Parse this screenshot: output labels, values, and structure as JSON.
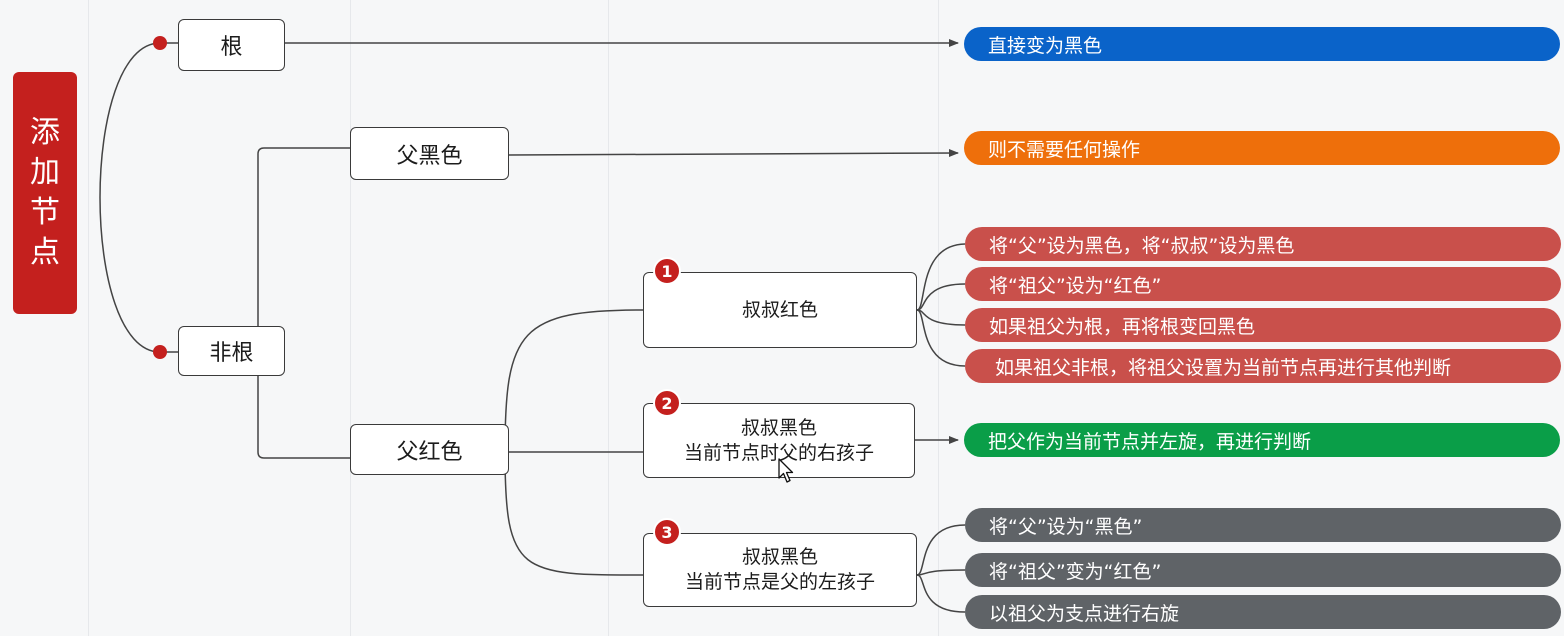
{
  "root": {
    "label": [
      "添",
      "加",
      "节",
      "点"
    ]
  },
  "nodes": {
    "gen": "根",
    "feigen": "非根",
    "fuhei": "父黑色",
    "fuhong": "父红色",
    "case1": "叔叔红色",
    "case2": [
      "叔叔黑色",
      "当前节点时父的右孩子"
    ],
    "case3": [
      "叔叔黑色",
      "当前节点是父的左孩子"
    ]
  },
  "badges": [
    "1",
    "2",
    "3"
  ],
  "actions": {
    "gen": "直接变为黑色",
    "fuhei": "则不需要任何操作",
    "case1": [
      "将“父”设为黑色，将“叔叔”设为黑色",
      "将“祖父”设为“红色”",
      "如果祖父为根，再将根变回黑色",
      "如果祖父非根，将祖父设置为当前节点再进行其他判断"
    ],
    "case2": "把父作为当前节点并左旋，再进行判断",
    "case3": [
      "将“父”设为“黑色”",
      "将“祖父”变为“红色”",
      "以祖父为支点进行右旋"
    ]
  },
  "colors": {
    "root": "#c4201e",
    "blue": "#0a63c9",
    "orange": "#ee6f0b",
    "red": "#c9504b",
    "green": "#0a9e48",
    "gray": "#5f6367",
    "line": "#444444"
  }
}
